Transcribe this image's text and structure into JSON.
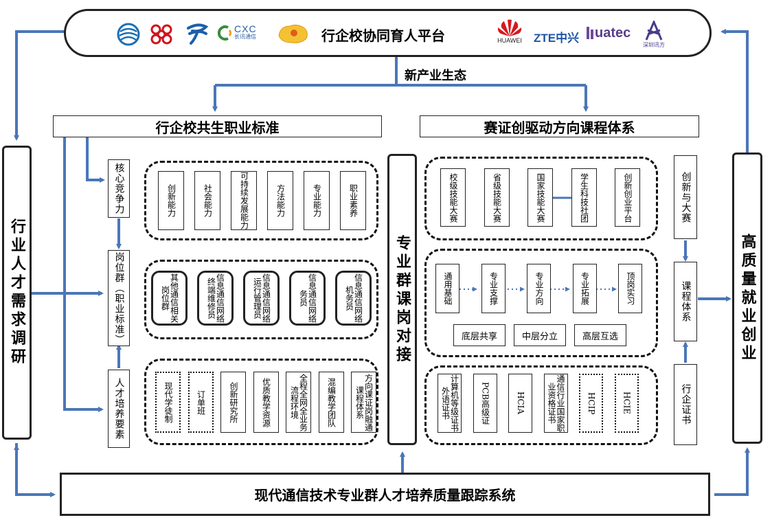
{
  "platform": {
    "title": "行企校协同育人平台"
  },
  "logos": {
    "cxc_main": "CXC",
    "cxc_sub": "长讯通信",
    "huawei": "HUAWEI",
    "zte": "ZTE中兴",
    "uatec": "uatec",
    "xunfang": "深圳讯方"
  },
  "ecology_label": "新产业生态",
  "standard_header": "行企校共生职业标准",
  "course_header": "赛证创驱动方向课程体系",
  "left_side": "行业人才需求调研",
  "right_side": "高质量就业创业",
  "center_col": "专业群课岗对接",
  "bottom": "现代通信技术专业群人才培养质量跟踪系统",
  "left_col": {
    "core": "核心竞争力",
    "post": "岗位群（职业标准）",
    "training": "人才培养要素"
  },
  "competencies": [
    "创新能力",
    "社会能力",
    "可持续发展能力",
    "方法能力",
    "专业能力",
    "职业素养"
  ],
  "posts": [
    "其他通信相关岗位群",
    "信息通信网络终端维修员",
    "信息通信网络运行管理员",
    "信息通信网络务员",
    "信息通信网络机务员"
  ],
  "elements": [
    "现代学徒制",
    "订单班",
    "创新研究所",
    "优质教学资源",
    "全程全网全业务流程环境",
    "混编教学团队",
    "方向课证岗融通课程体系"
  ],
  "contests": [
    "校级技能大赛",
    "省级技能大赛",
    "国家技能大赛",
    "学生科技社团",
    "创新创业平台"
  ],
  "course_steps": [
    "通用基础",
    "专业支撑",
    "专业方向",
    "专业拓展",
    "顶岗实习"
  ],
  "layers": [
    "底层共享",
    "中层分立",
    "高层互选"
  ],
  "certs": [
    "计算机等级证书外语证书",
    "PCB高级证",
    "HCIA",
    "通信行业国家职业资格证书",
    "HCIP",
    "HCIE"
  ],
  "right_col": {
    "contest": "创新与大赛",
    "course": "课程体系",
    "cert": "行企证书"
  }
}
